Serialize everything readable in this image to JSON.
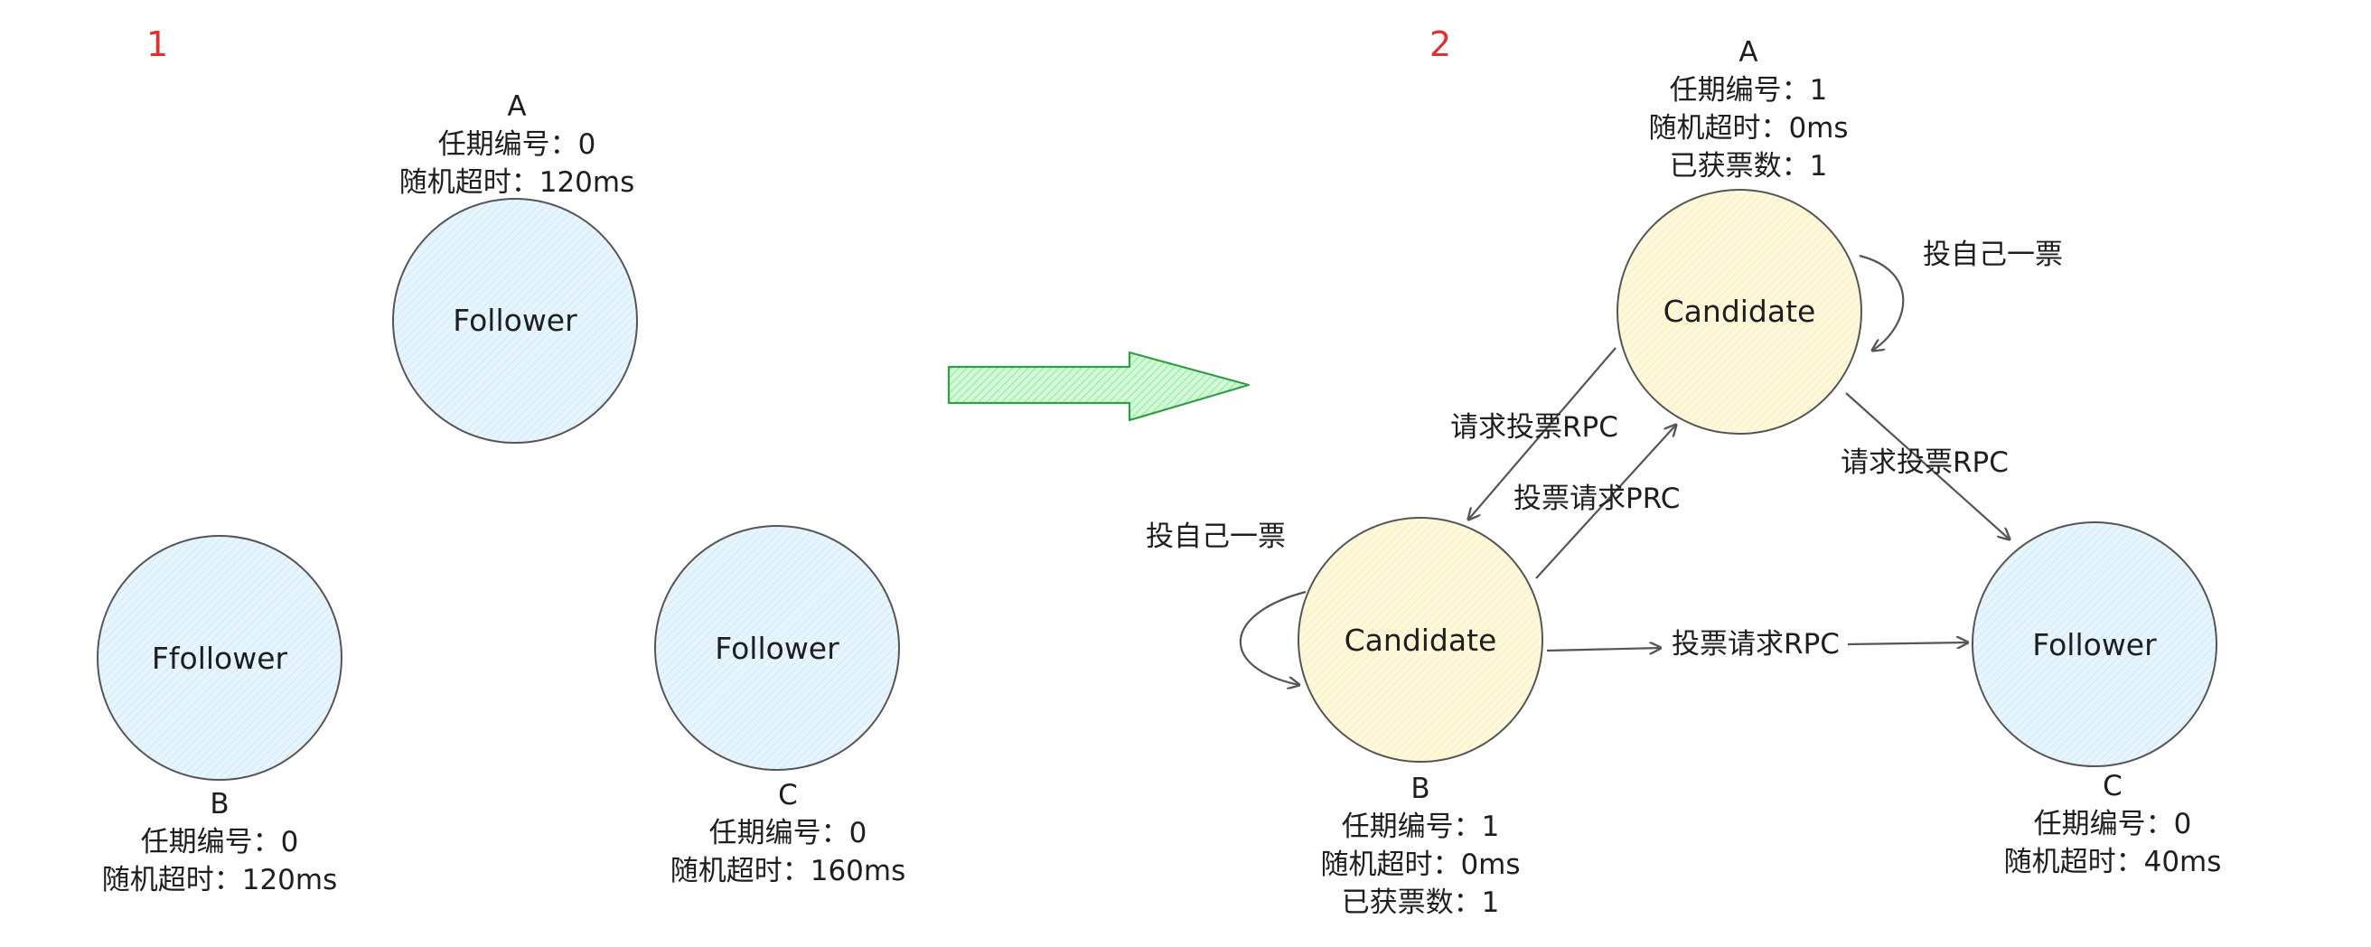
{
  "panel1": {
    "number": "1",
    "nodes": {
      "A": {
        "name": "A",
        "state": "Follower",
        "term": "任期编号：0",
        "timeout": "随机超时：120ms"
      },
      "B": {
        "name": "B",
        "state": "Ffollower",
        "term": "任期编号：0",
        "timeout": "随机超时：120ms"
      },
      "C": {
        "name": "C",
        "state": "Follower",
        "term": "任期编号：0",
        "timeout": "随机超时：160ms"
      }
    }
  },
  "panel2": {
    "number": "2",
    "nodes": {
      "A": {
        "name": "A",
        "state": "Candidate",
        "term": "任期编号：1",
        "timeout": "随机超时：0ms",
        "votes": "已获票数：1"
      },
      "B": {
        "name": "B",
        "state": "Candidate",
        "term": "任期编号：1",
        "timeout": "随机超时：0ms",
        "votes": "已获票数：1"
      },
      "C": {
        "name": "C",
        "state": "Follower",
        "term": "任期编号：0",
        "timeout": "随机超时：40ms"
      }
    },
    "edges": {
      "a_self": "投自己一票",
      "b_self": "投自己一票",
      "a_to_b": "请求投票RPC",
      "b_to_a": "投票请求PRC",
      "a_to_c": "请求投票RPC",
      "b_to_c": "投票请求RPC"
    }
  },
  "colors": {
    "follower_fill": "#e7f5ff",
    "candidate_fill": "#fff9db",
    "arrow_fill": "#b2f2bb",
    "arrow_stroke": "#2f9e44",
    "number_color": "#e03131"
  }
}
